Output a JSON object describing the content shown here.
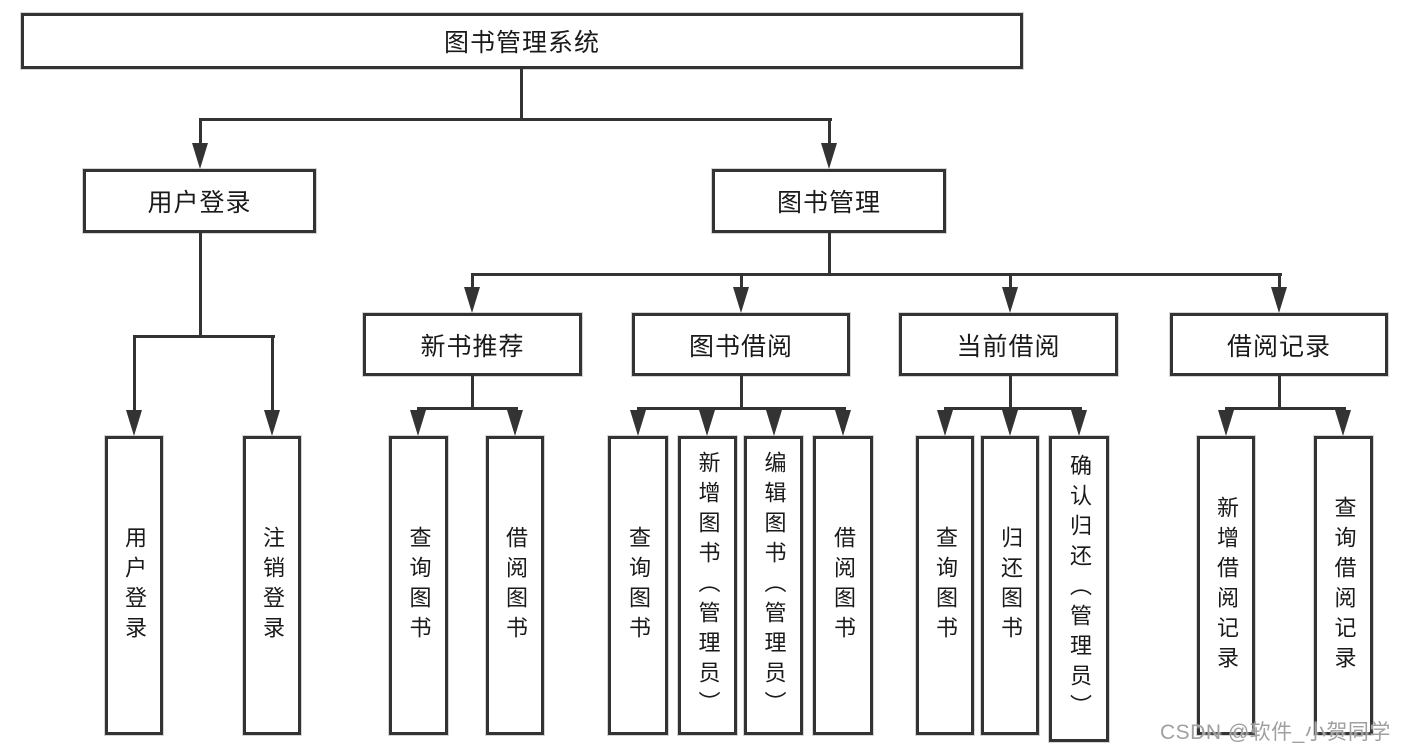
{
  "root": {
    "label": "图书管理系统"
  },
  "level2": [
    {
      "label": "用户登录"
    },
    {
      "label": "图书管理"
    }
  ],
  "level3": [
    {
      "label": "新书推荐"
    },
    {
      "label": "图书借阅"
    },
    {
      "label": "当前借阅"
    },
    {
      "label": "借阅记录"
    }
  ],
  "leaves": {
    "user_login": [
      "用户登录",
      "注销登录"
    ],
    "new_book_recommend": [
      "查询图书",
      "借阅图书"
    ],
    "book_borrow": [
      "查询图书",
      "新增图书（管理员）",
      "编辑图书（管理员）",
      "借阅图书"
    ],
    "current_borrow": [
      "查询图书",
      "归还图书",
      "确认归还（管理员）"
    ],
    "borrow_records": [
      "新增借阅记录",
      "查询借阅记录"
    ]
  },
  "watermark": "CSDN @软件_小贺同学",
  "colors": {
    "line": "#333333",
    "text": "#1a1a1a",
    "box_background": "#ffffff",
    "background": "#ffffff",
    "watermark": "#a0a0a0"
  }
}
